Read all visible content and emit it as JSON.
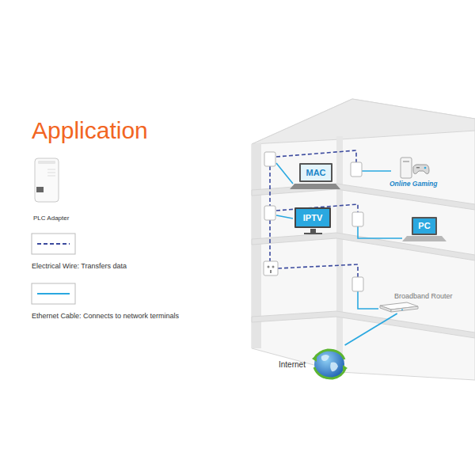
{
  "diagram": {
    "title": "Application",
    "nodes": [
      {
        "text": [
          "MAC"
        ]
      },
      {
        "text": [
          "Online Gaming"
        ]
      },
      {
        "text": [
          "IPTV"
        ]
      },
      {
        "text": [
          "PC"
        ]
      },
      {
        "text": [
          "Broadband Router"
        ]
      },
      {
        "text": [
          "Internet"
        ]
      }
    ],
    "edges": [
      {
        "from": 5,
        "to": 4,
        "arrow": "none"
      }
    ],
    "legend": [
      {
        "text": "PLC Adapter"
      },
      {
        "text": "Electrical Wire: Transfers data"
      },
      {
        "text": "Ethernet Cable: Connects to network terminals"
      }
    ]
  }
}
